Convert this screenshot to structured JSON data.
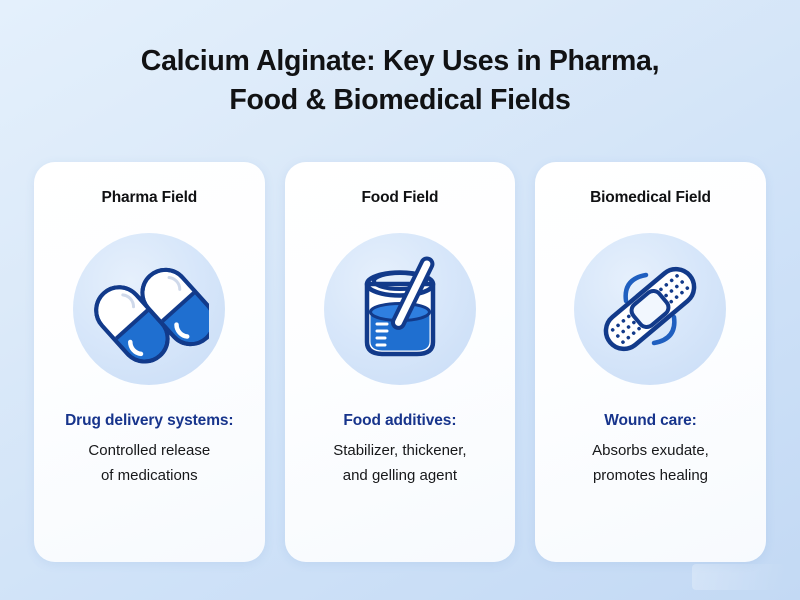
{
  "title": {
    "line1": "Calcium Alginate: Key Uses in Pharma,",
    "line2": "Food & Biomedical Fields"
  },
  "colors": {
    "background_top": "#e4f0fc",
    "background_bottom": "#c3d9f4",
    "card_background": "#ffffff",
    "icon_circle": "#d8e7fa",
    "accent_navy": "#17348c",
    "icon_blue": "#1f6fd0",
    "icon_outline": "#123a8a",
    "title_text": "#111214",
    "body_text": "#17181a"
  },
  "cards": [
    {
      "title": "Pharma Field",
      "icon": "pill-capsules-icon",
      "lead": "Drug delivery systems:",
      "desc_line1": "Controlled release",
      "desc_line2": "of medications"
    },
    {
      "title": "Food Field",
      "icon": "beaker-stirring-icon",
      "lead": "Food additives:",
      "desc_line1": "Stabilizer, thickener,",
      "desc_line2": "and gelling agent"
    },
    {
      "title": "Biomedical Field",
      "icon": "adhesive-bandage-icon",
      "lead": "Wound care:",
      "desc_line1": "Absorbs exudate,",
      "desc_line2": "promotes healing"
    }
  ]
}
